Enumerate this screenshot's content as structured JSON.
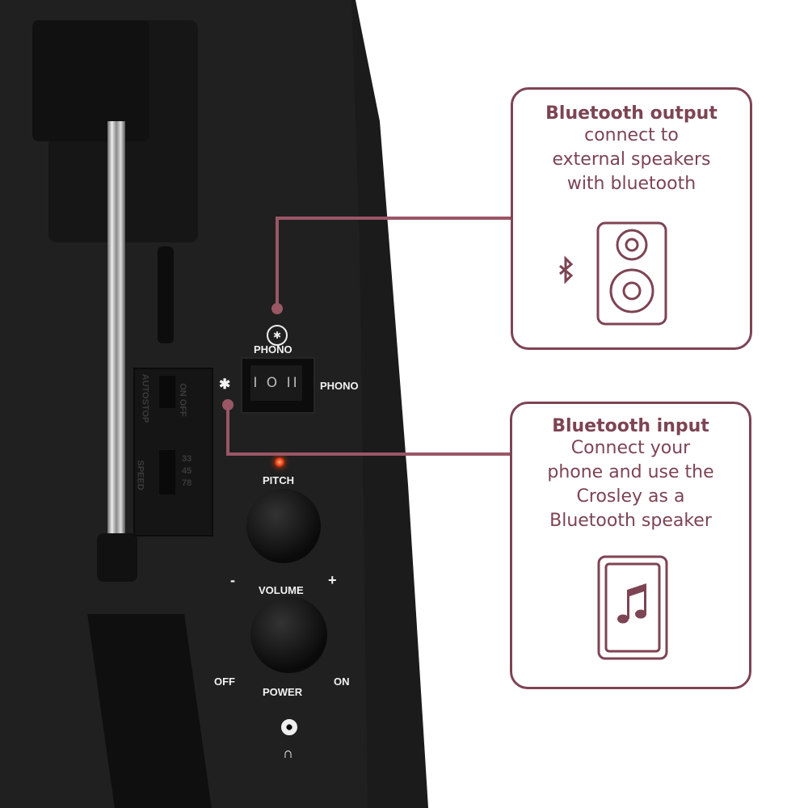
{
  "accent_color": "#7d4453",
  "device": {
    "autostop_label": "AUTOSTOP",
    "on_off_label": "ON OFF",
    "speed_label": "SPEED",
    "speeds": [
      "33",
      "45",
      "78"
    ],
    "phono_top_label": "PHONO",
    "phono_right_label": "PHONO",
    "switch_marks": "I O II",
    "pitch_label": "PITCH",
    "volume_label": "VOLUME",
    "minus_label": "-",
    "plus_label": "+",
    "off_label": "OFF",
    "power_label": "POWER",
    "on_label": "ON"
  },
  "callouts": [
    {
      "title": "Bluetooth output",
      "lines": [
        "connect to",
        "external speakers",
        "with bluetooth"
      ],
      "icon": "speaker-icon"
    },
    {
      "title": "Bluetooth input",
      "lines": [
        "Connect your",
        "phone and use the",
        "Crosley as a",
        "Bluetooth speaker"
      ],
      "icon": "phone-music-icon"
    }
  ]
}
